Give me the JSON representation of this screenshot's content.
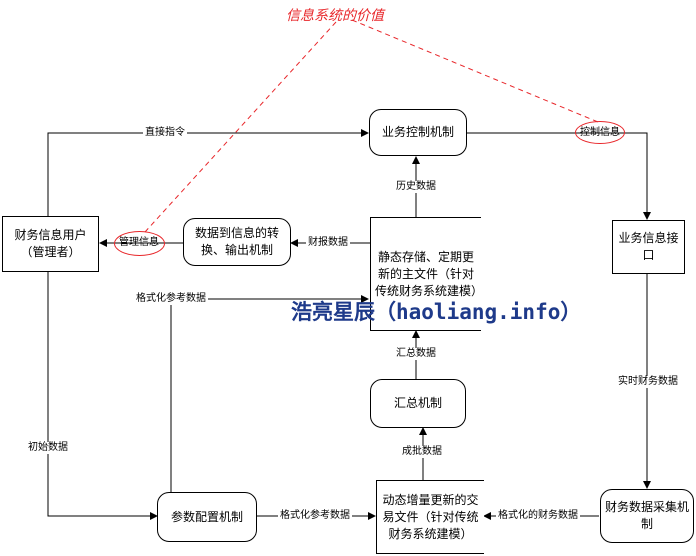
{
  "title": "信息系统的价值",
  "watermark": "浩亮星辰（haoliang.info）",
  "nodes": {
    "user": "财务信息用户（管理者）",
    "control": "业务控制机制",
    "convert": "数据到信息的转换、输出机制",
    "master_file": "静态存储、定期更新的主文件（针对传统财务系统建模）",
    "interface": "业务信息接口",
    "summary": "汇总机制",
    "param": "参数配置机制",
    "transaction_file": "动态增量更新的交易文件（针对传统财务系统建模）",
    "collect": "财务数据采集机制"
  },
  "edges": {
    "direct_cmd": "直接指令",
    "history": "历史数据",
    "report": "财报数据",
    "format_ref_top": "格式化参考数据",
    "summary_data": "汇总数据",
    "batch": "成批数据",
    "initial": "初始数据",
    "realtime": "实时财务数据",
    "format_ref_bottom": "格式化参考数据",
    "formatted_finance": "格式化的财务数据"
  },
  "rings": {
    "control_info": "控制信息",
    "manage_info": "管理信息"
  },
  "colors": {
    "accent_red": "#e8262a",
    "watermark_blue": "#1e3a8a",
    "line": "#000000"
  }
}
